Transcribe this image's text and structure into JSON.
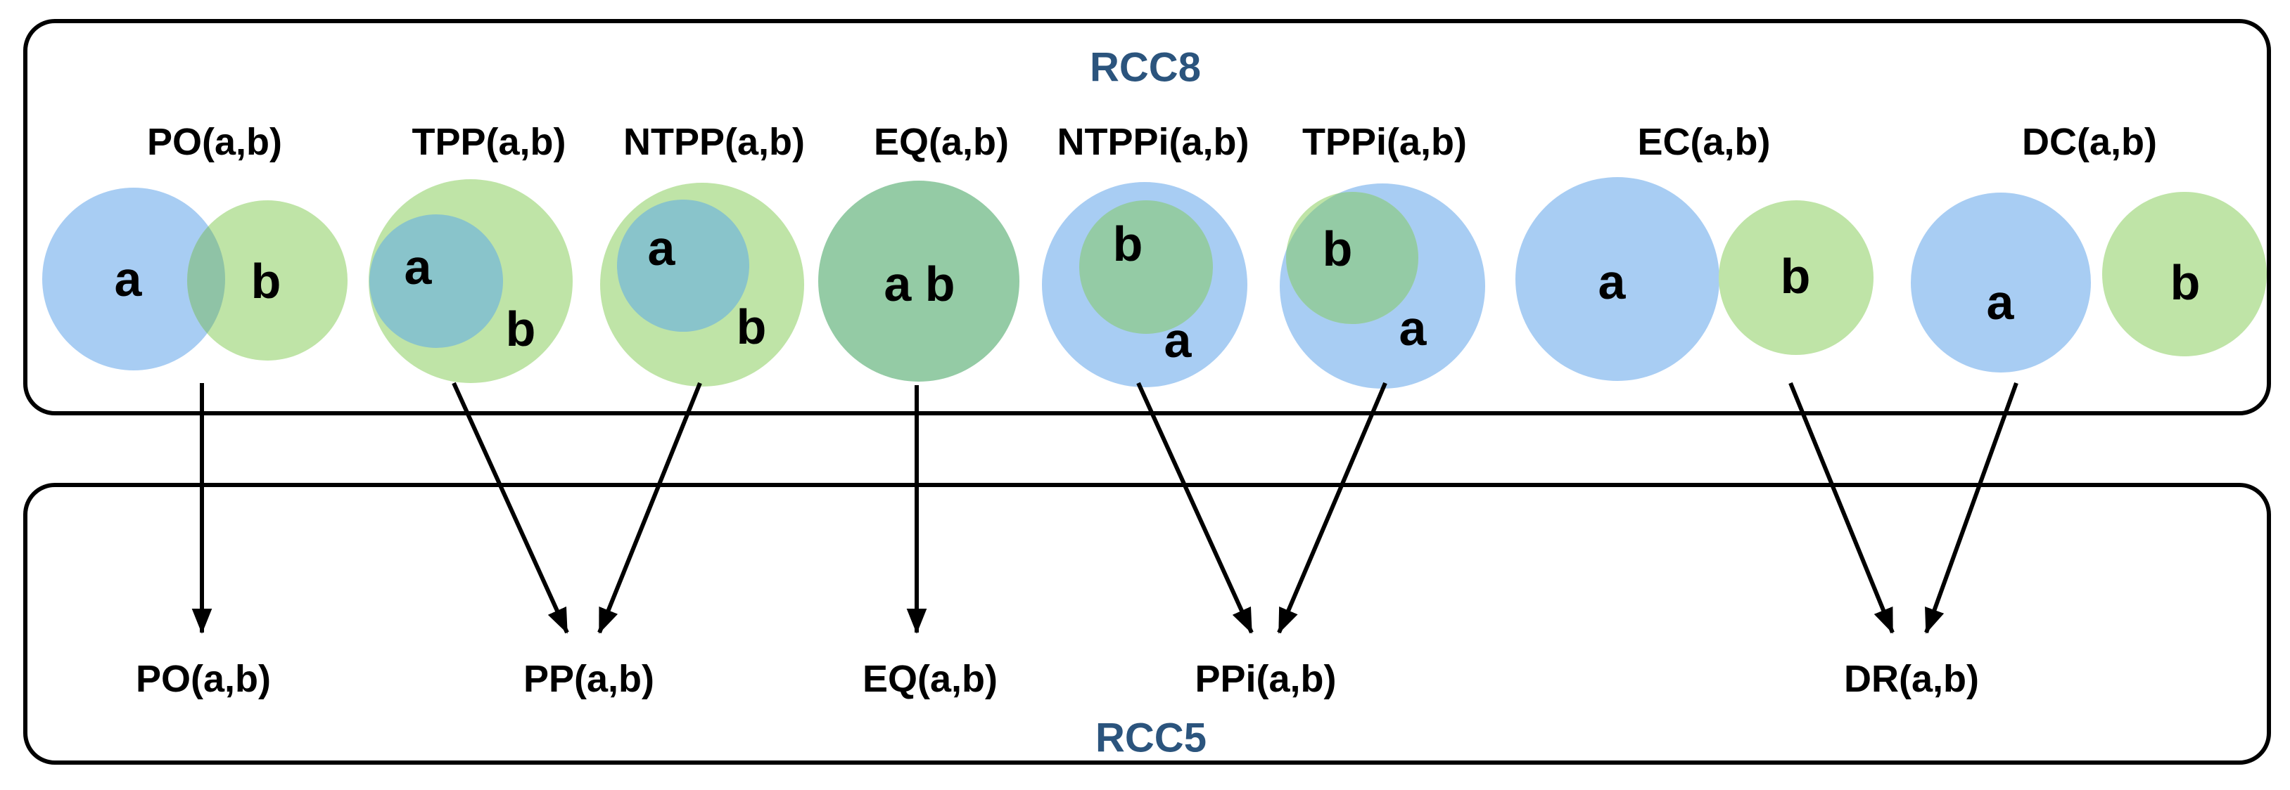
{
  "colors": {
    "blue": "#A8CDF3",
    "green": "#BFE4A7",
    "teal_overlap": "#89C4CB",
    "sage_overlap": "#94CBA5",
    "po_lens": "#8FC3A6",
    "heading": "#2B547D",
    "eq_label": "#3E5829",
    "arrow": "#000000"
  },
  "rcc8": {
    "title": "RCC8",
    "relations": [
      {
        "label": "PO(a,b)",
        "regions": {
          "a": "a",
          "b": "b"
        }
      },
      {
        "label": "TPP(a,b)",
        "regions": {
          "a": "a",
          "b": "b"
        }
      },
      {
        "label": "NTPP(a,b)",
        "regions": {
          "a": "a",
          "b": "b"
        }
      },
      {
        "label": "EQ(a,b)",
        "regions": {
          "ab": "a b"
        }
      },
      {
        "label": "NTPPi(a,b)",
        "regions": {
          "a": "a",
          "b": "b"
        }
      },
      {
        "label": "TPPi(a,b)",
        "regions": {
          "a": "a",
          "b": "b"
        }
      },
      {
        "label": "EC(a,b)",
        "regions": {
          "a": "a",
          "b": "b"
        }
      },
      {
        "label": "DC(a,b)",
        "regions": {
          "a": "a",
          "b": "b"
        }
      }
    ]
  },
  "rcc5": {
    "title": "RCC5",
    "relations": [
      {
        "label": "PO(a,b)"
      },
      {
        "label": "PP(a,b)"
      },
      {
        "label": "EQ(a,b)"
      },
      {
        "label": "PPi(a,b)"
      },
      {
        "label": "DR(a,b)"
      }
    ]
  },
  "mappings": [
    {
      "from": "PO(a,b)",
      "to": "PO(a,b)"
    },
    {
      "from": "TPP(a,b)",
      "to": "PP(a,b)"
    },
    {
      "from": "NTPP(a,b)",
      "to": "PP(a,b)"
    },
    {
      "from": "EQ(a,b)",
      "to": "EQ(a,b)"
    },
    {
      "from": "NTPPi(a,b)",
      "to": "PPi(a,b)"
    },
    {
      "from": "TPPi(a,b)",
      "to": "PPi(a,b)"
    },
    {
      "from": "EC(a,b)",
      "to": "DR(a,b)"
    },
    {
      "from": "DC(a,b)",
      "to": "DR(a,b)"
    }
  ]
}
